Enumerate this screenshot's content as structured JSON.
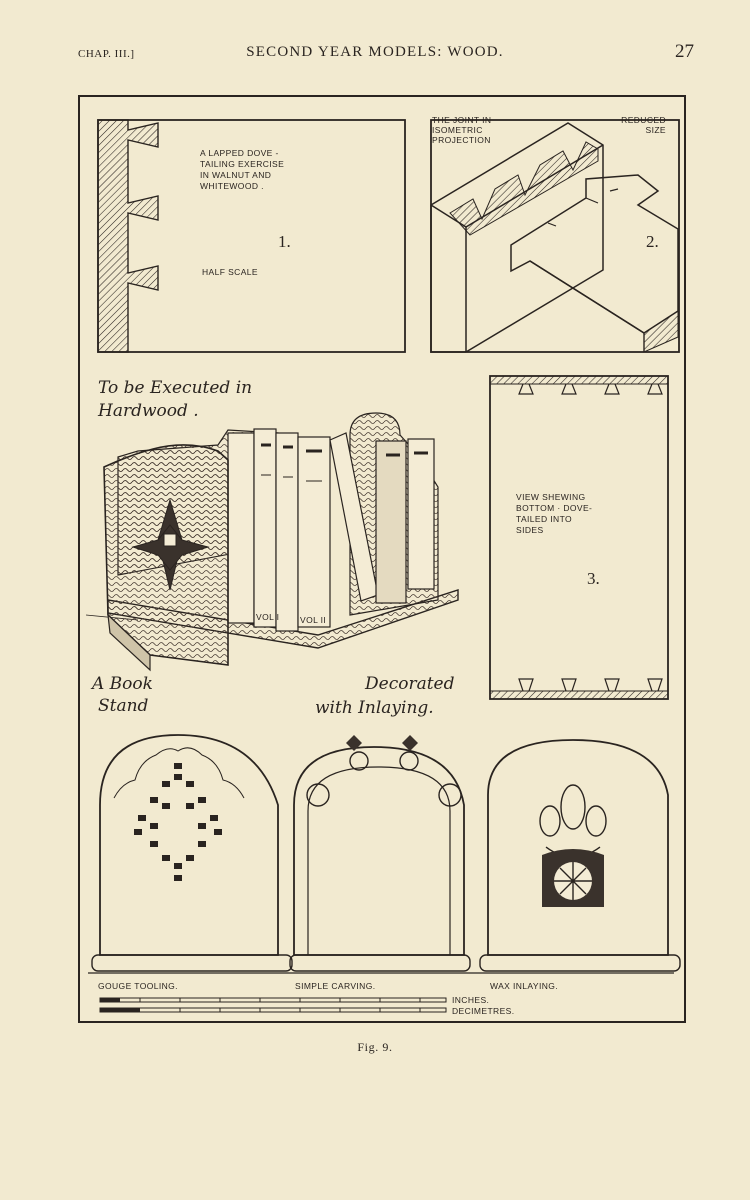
{
  "header": {
    "chapter": "CHAP. III.]",
    "running_title": "SECOND YEAR MODELS: WOOD.",
    "page_number": "27"
  },
  "figure": {
    "panel1": {
      "text_lines": [
        "A LAPPED DOVE -",
        "TAILING EXERCISE",
        "IN WALNUT AND",
        "WHITEWOOD ."
      ],
      "number": "1.",
      "scale_note": "HALF SCALE"
    },
    "panel2": {
      "joint_lines": [
        "THE JOINT IN",
        "ISOMETRIC",
        "PROJECTION"
      ],
      "size_lines": [
        "REDUCED",
        "SIZE"
      ],
      "number": "2."
    },
    "panel3": {
      "text_lines": [
        "VIEW SHEWING",
        "BOTTOM · DOVE-",
        "TAILED INTO",
        "SIDES"
      ],
      "number": "3."
    },
    "bookstand": {
      "note_lines": [
        "To be Executed in",
        "Hardwood ."
      ],
      "caption_left": [
        "A Book",
        "Stand"
      ],
      "caption_right": [
        "Decorated",
        "with Inlaying."
      ],
      "vol1": "VOL I",
      "vol2": "VOL II"
    },
    "ends": {
      "gouge": "GOUGE TOOLING.",
      "carving": "SIMPLE CARVING.",
      "inlaying": "WAX INLAYING."
    },
    "scale": {
      "inches": "INCHES.",
      "decimetres": "DECIMETRES."
    },
    "label": "Fig. 9."
  }
}
